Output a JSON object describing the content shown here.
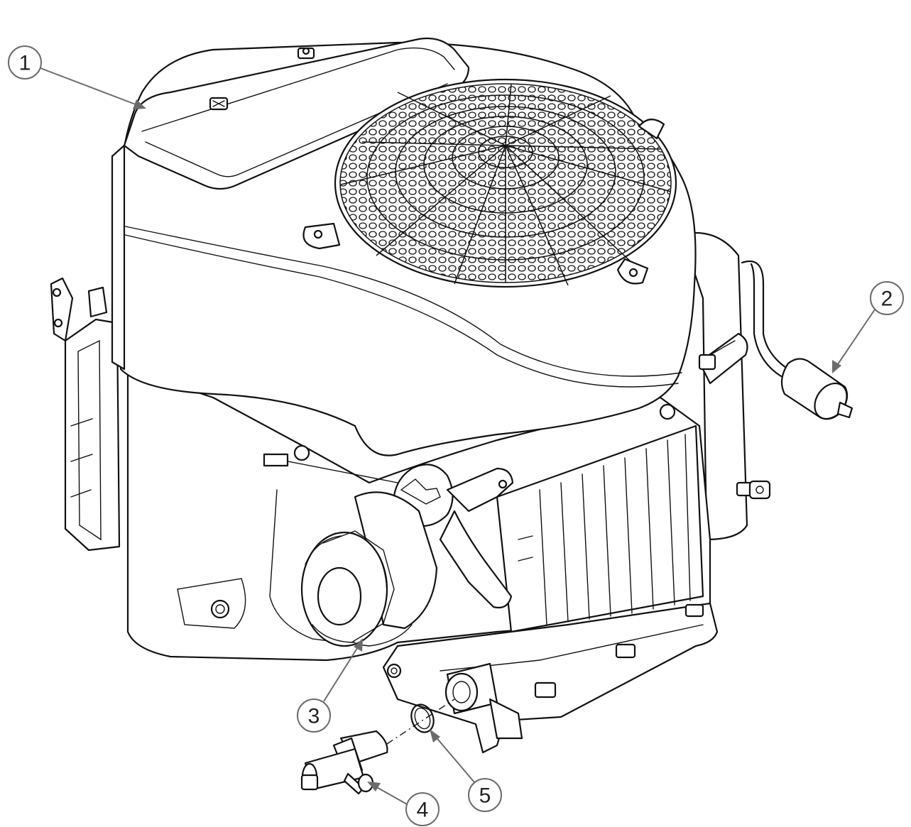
{
  "callouts": [
    {
      "number": "1"
    },
    {
      "number": "2"
    },
    {
      "number": "3"
    },
    {
      "number": "4"
    },
    {
      "number": "5"
    }
  ],
  "colors": {
    "line_art": "#111111",
    "callout": "#6b6b6b",
    "background": "#ffffff"
  }
}
